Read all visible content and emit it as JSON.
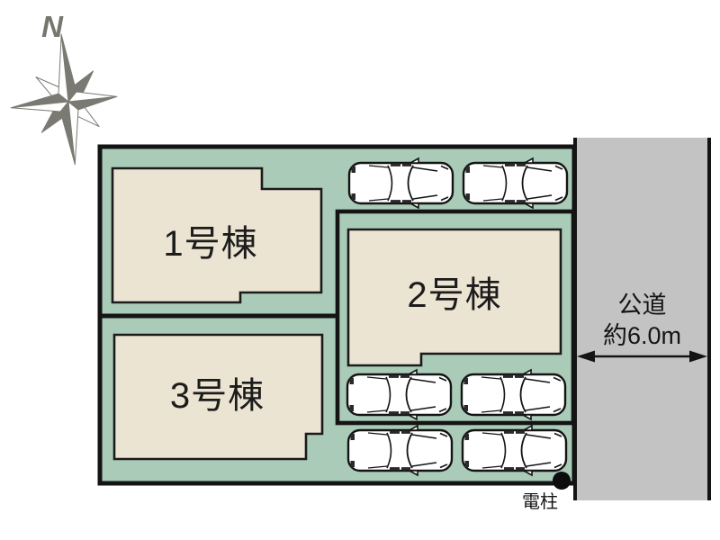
{
  "compass": {
    "north_label": "N"
  },
  "plot": {
    "buildings": [
      {
        "label": "1号棟"
      },
      {
        "label": "2号棟"
      },
      {
        "label": "3号棟"
      }
    ],
    "parking_car_count": 6
  },
  "road": {
    "name": "公道",
    "width": "約6.0m"
  },
  "utility_pole": {
    "label": "電柱"
  },
  "colors": {
    "plot_green": "#a9cbb8",
    "building_beige": "#ece4d2",
    "road_gray": "#c3c3c3",
    "line_black": "#141414",
    "compass_gray": "#7a7a73"
  }
}
